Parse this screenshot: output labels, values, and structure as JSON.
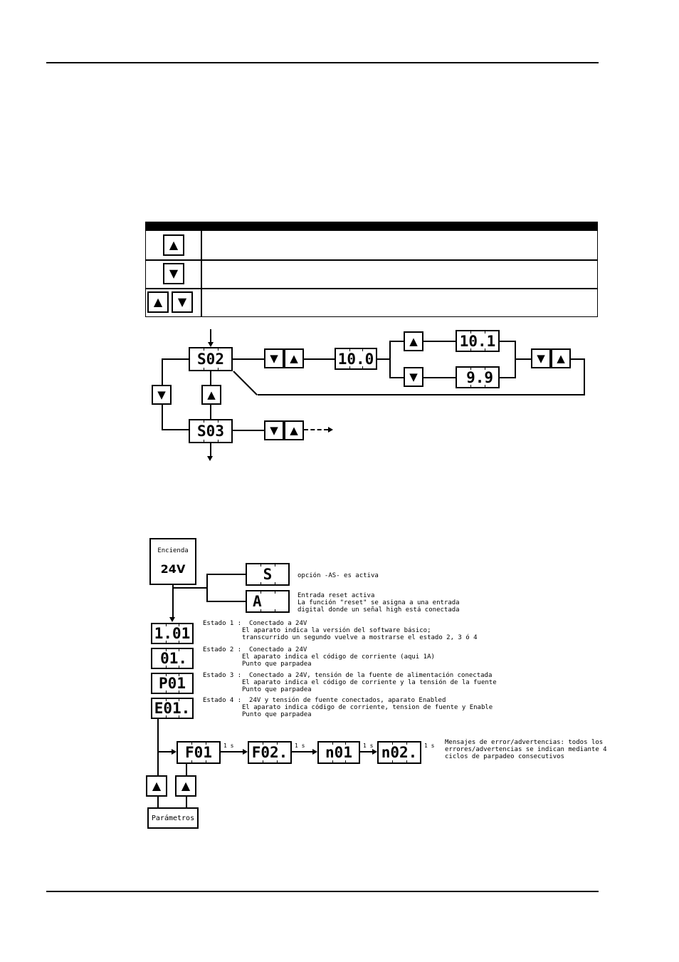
{
  "colors": {
    "ink": "#000000",
    "paper": "#ffffff"
  },
  "icons": {
    "up_triangle": "▲",
    "down_triangle": "▼"
  },
  "key_table": {
    "rows": [
      {
        "keys": [
          "up"
        ]
      },
      {
        "keys": [
          "down"
        ]
      },
      {
        "keys": [
          "up",
          "down"
        ]
      }
    ]
  },
  "param_flow": {
    "entry_display": "S02",
    "value_display": "10.0",
    "increment_display": "10.1",
    "decrement_display": "9.9",
    "next_display": "S03"
  },
  "startup_flow": {
    "power_box": {
      "line1": "Encienda",
      "line2": "24V"
    },
    "as_display": "S",
    "as_note": "opción -AS- es activa",
    "reset_display": "A",
    "reset_note": [
      "Entrada reset activa",
      "La función \"reset\" se asigna a una entrada",
      "digital donde un señal high está conectada"
    ],
    "states": [
      {
        "display": "1.01",
        "header": "Estado 1 :  Conectado a 24V",
        "lines": [
          "El aparato indica la versión del software básico;",
          "transcurrido un segundo vuelve a mostrarse el estado 2, 3 ó 4"
        ]
      },
      {
        "display": "01.",
        "header": "Estado 2 :  Conectado a 24V",
        "lines": [
          "El aparato indica el código de corriente (aqui 1A)",
          "Punto que parpadea"
        ]
      },
      {
        "display": "P01",
        "header": "Estado 3 :  Conectado a 24V, tensión de la fuente de alimentación conectada",
        "lines": [
          "El aparato indica el código de corriente y la tensión de la fuente",
          "Punto que parpadea"
        ]
      },
      {
        "display": "E01.",
        "header": "Estado 4 :  24V y tensión de fuente conectados, aparato Enabled",
        "lines": [
          "El aparato indica código de corriente, tension de fuente y Enable",
          "Punto que parpadea"
        ]
      }
    ],
    "errors": [
      "F01",
      "F02.",
      "n01",
      "n02."
    ],
    "interval_label": "1 s",
    "error_note": [
      "Mensajes de error/advertencias: todos los",
      "errores/advertencias se indican mediante 4",
      "ciclos de parpadeo consecutivos"
    ],
    "params_box": "Parámetros"
  }
}
